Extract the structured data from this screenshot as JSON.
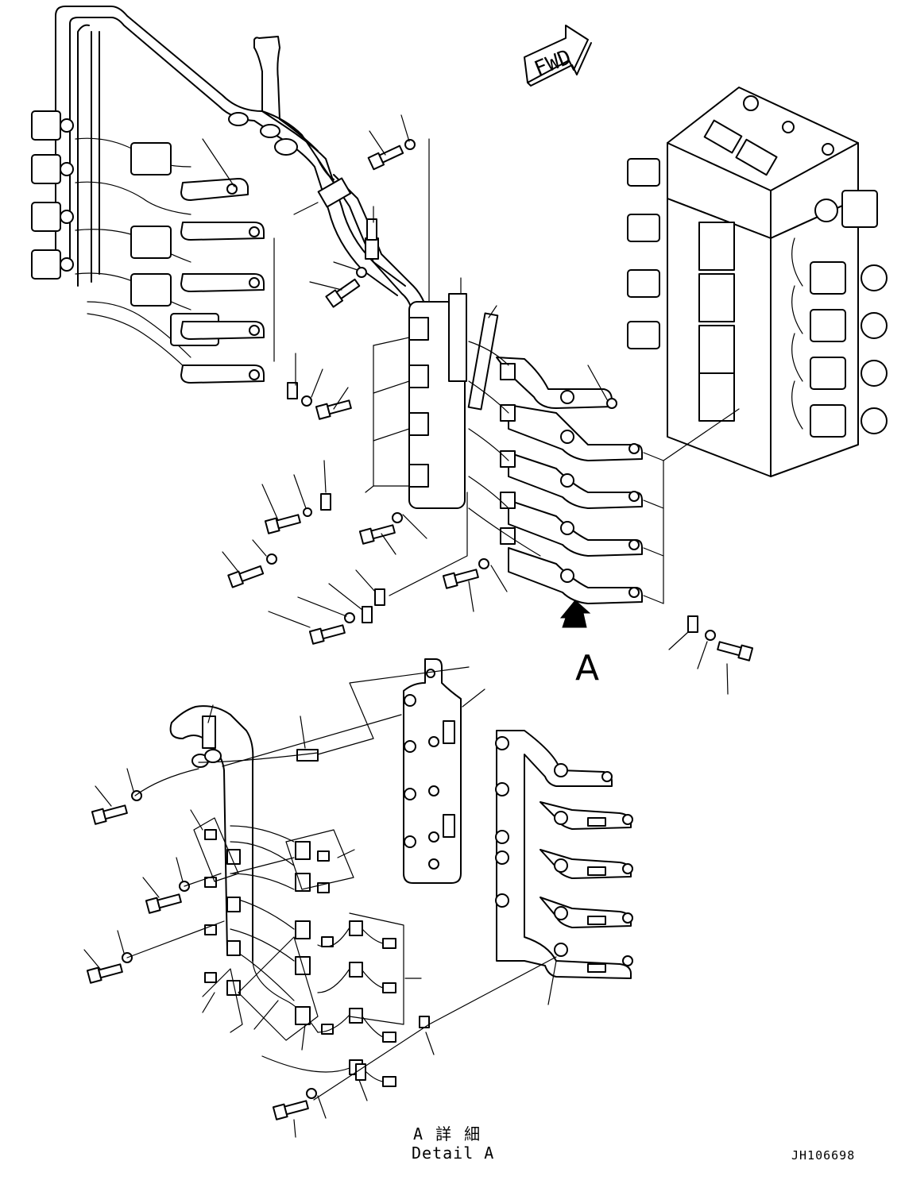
{
  "fwd_marker": {
    "label": "FWD",
    "icon": "forward-arrow-icon"
  },
  "view_marker": {
    "letter": "A",
    "icon": "view-arrow-icon"
  },
  "detail": {
    "title_jp": "A 詳 細",
    "title_en": "Detail A"
  },
  "drawing_number": "JH106698"
}
